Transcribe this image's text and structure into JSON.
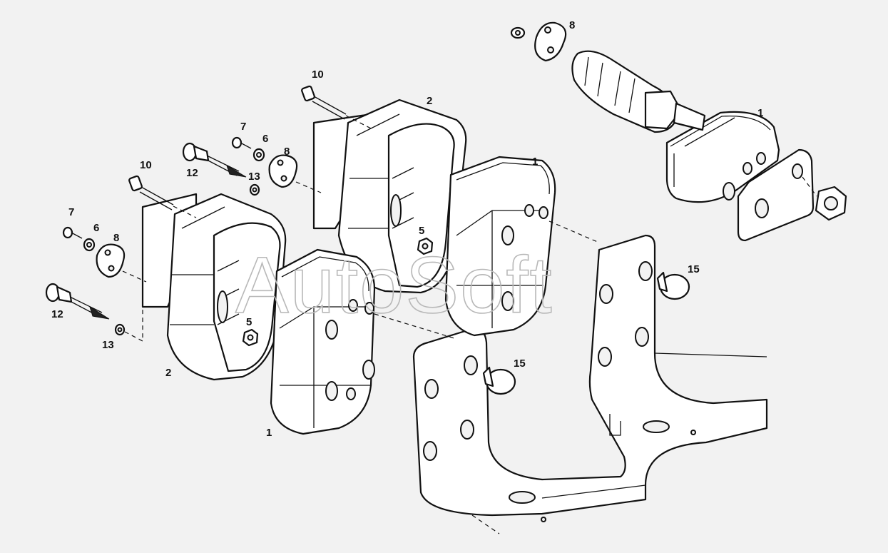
{
  "watermark": "AutoSoft",
  "callouts": [
    {
      "id": "c-8-top",
      "text": "8"
    },
    {
      "id": "c-1-right",
      "text": "1"
    },
    {
      "id": "c-10-top",
      "text": "10"
    },
    {
      "id": "c-2-top",
      "text": "2"
    },
    {
      "id": "c-7-top",
      "text": "7"
    },
    {
      "id": "c-6-top",
      "text": "6"
    },
    {
      "id": "c-8-mid",
      "text": "8"
    },
    {
      "id": "c-12-top",
      "text": "12"
    },
    {
      "id": "c-13-top",
      "text": "13"
    },
    {
      "id": "c-10-left",
      "text": "10"
    },
    {
      "id": "c-1-mid",
      "text": "1"
    },
    {
      "id": "c-7-left",
      "text": "7"
    },
    {
      "id": "c-6-left",
      "text": "6"
    },
    {
      "id": "c-8-left",
      "text": "8"
    },
    {
      "id": "c-5-mid",
      "text": "5"
    },
    {
      "id": "c-15-right",
      "text": "15"
    },
    {
      "id": "c-12-left",
      "text": "12"
    },
    {
      "id": "c-13-left",
      "text": "13"
    },
    {
      "id": "c-5-left",
      "text": "5"
    },
    {
      "id": "c-2-left",
      "text": "2"
    },
    {
      "id": "c-15-mid",
      "text": "15"
    },
    {
      "id": "c-1-left",
      "text": "1"
    }
  ]
}
